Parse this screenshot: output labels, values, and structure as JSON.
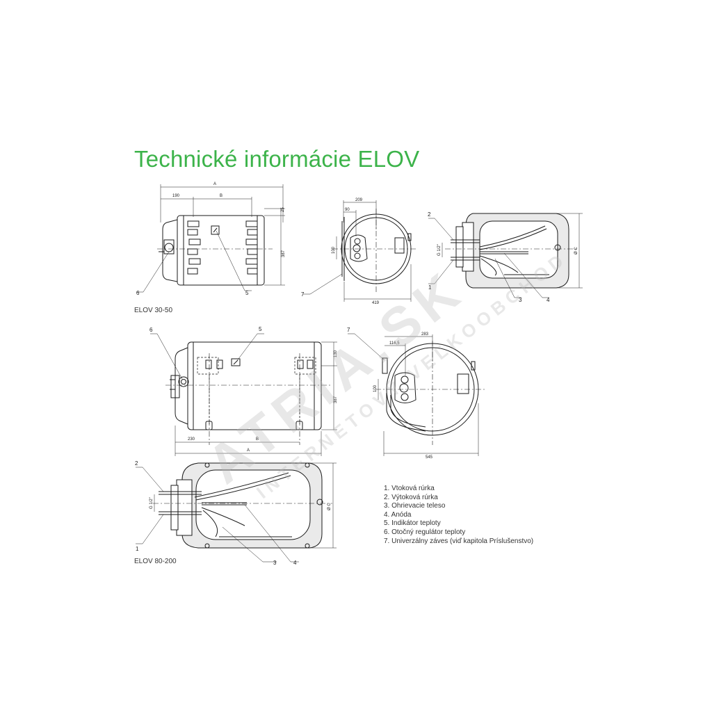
{
  "title": "Technické informácie ELOV",
  "captions": {
    "small": "ELOV 30-50",
    "large": "ELOV 80-200"
  },
  "dimensions": {
    "A": "A",
    "B": "B",
    "d190": "190",
    "d25": "25",
    "d387": "387",
    "d209": "209",
    "d90": "90",
    "d100": "100",
    "d419": "419",
    "g12": "G 1/2\"",
    "oc": "Ø C",
    "d283": "283",
    "d1165": "116,5",
    "d230": "230",
    "d130": "130",
    "d545": "545"
  },
  "callouts": [
    "1",
    "2",
    "3",
    "4",
    "5",
    "6",
    "7"
  ],
  "legend": [
    "1. Vtoková rúrka",
    "2. Výtoková rúrka",
    "3. Ohrievacie teleso",
    "4. Anóda",
    "5. Indikátor teploty",
    "6. Otočný regulátor teploty",
    "7. Univerzálny záves (viď kapitola Príslušenstvo)"
  ],
  "watermark": {
    "brand": "ATRIA.SK",
    "tagline": "INTERNETOVÝ VEĽKOOBCHOD"
  },
  "colors": {
    "title": "#3cb34a",
    "line": "#1a1a1a",
    "insulation": "#eaeaea",
    "watermark": "#b9b9b9"
  }
}
